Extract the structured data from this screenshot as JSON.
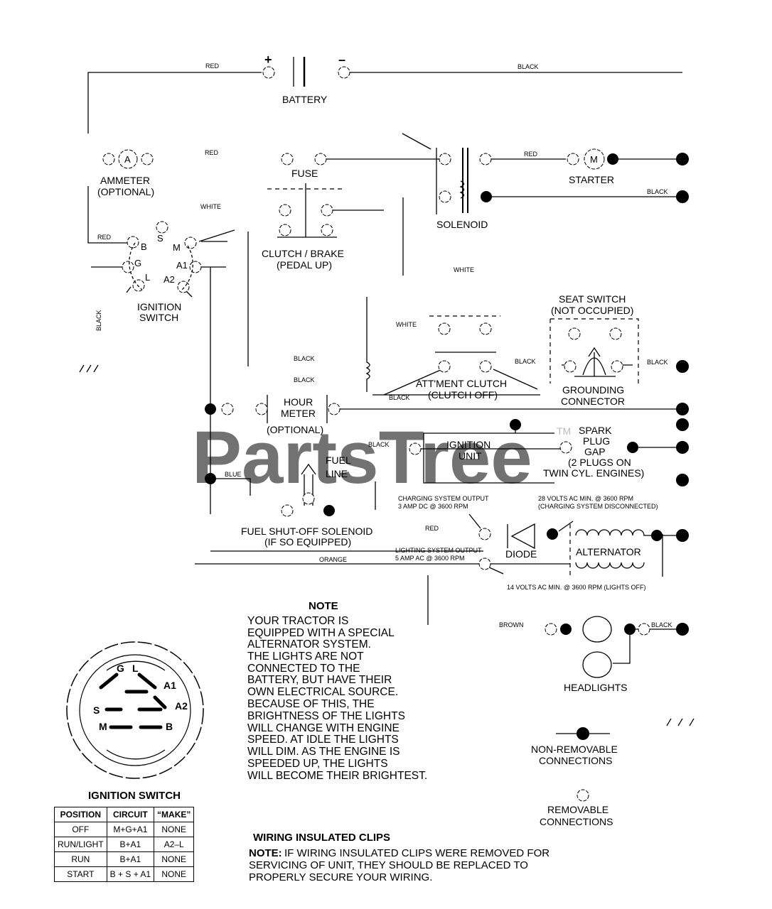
{
  "watermark": {
    "text": "PartsTree",
    "tm": "TM"
  },
  "components": {
    "battery": "BATTERY",
    "battery_plus": "+",
    "battery_minus": "–",
    "ammeter_symbol": "A",
    "ammeter": [
      "AMMETER",
      "(OPTIONAL)"
    ],
    "fuse": "FUSE",
    "starter_symbol": "M",
    "starter": "STARTER",
    "solenoid": "SOLENOID",
    "clutch_brake": [
      "CLUTCH / BRAKE",
      "(PEDAL UP)"
    ],
    "ignition_switch": [
      "IGNITION",
      "SWITCH"
    ],
    "switch_terminals": [
      "B",
      "S",
      "M",
      "G",
      "A1",
      "L",
      "A2"
    ],
    "seat_switch": [
      "SEAT SWITCH",
      "(NOT OCCUPIED)"
    ],
    "attachment_clutch": [
      "ATT'MENT CLUTCH",
      "(CLUTCH OFF)"
    ],
    "grounding_connector": [
      "GROUNDING",
      "CONNECTOR"
    ],
    "hour_meter": [
      "HOUR",
      "METER",
      "(OPTIONAL)"
    ],
    "ignition_unit": [
      "IGNITION",
      "UNIT"
    ],
    "spark_plug": [
      "SPARK",
      "PLUG",
      "GAP",
      "(2 PLUGS ON",
      "TWIN CYL. ENGINES)"
    ],
    "fuel_line": [
      "FUEL",
      "LINE"
    ],
    "fuel_shutoff": [
      "FUEL SHUT-OFF SOLENOID",
      "(IF SO EQUIPPED)"
    ],
    "diode": "DIODE",
    "alternator": "ALTERNATOR",
    "headlights": "HEADLIGHTS"
  },
  "wires": {
    "red": "RED",
    "black": "BLACK",
    "white": "WHITE",
    "blue": "BLUE",
    "orange": "ORANGE",
    "brown": "BROWN"
  },
  "specs": {
    "charging": [
      "CHARGING SYSTEM OUTPUT",
      "3 AMP DC @ 3600 RPM"
    ],
    "volts28": [
      "28 VOLTS AC MIN. @ 3600 RPM",
      "(CHARGING SYSTEM DISCONNECTED)"
    ],
    "lighting": [
      "LIGHTING SYSTEM OUTPUT",
      "5 AMP AC @ 3600 RPM"
    ],
    "volts14": "14 VOLTS AC MIN. @ 3600 RPM (LIGHTS OFF)"
  },
  "note": {
    "title": "NOTE",
    "lines": [
      "YOUR TRACTOR IS",
      "EQUIPPED WITH A SPECIAL",
      "ALTERNATOR SYSTEM.",
      "THE LIGHTS ARE NOT",
      "CONNECTED TO THE",
      "BATTERY, BUT HAVE THEIR",
      "OWN ELECTRICAL SOURCE.",
      "BECAUSE OF THIS, THE",
      "BRIGHTNESS OF THE LIGHTS",
      "WILL CHANGE WITH ENGINE",
      "SPEED.  AT IDLE THE LIGHTS",
      "WILL DIM.  AS THE ENGINE IS",
      "SPEEDED UP, THE LIGHTS",
      "WILL BECOME THEIR BRIGHTEST."
    ]
  },
  "legend": {
    "non_removable": [
      "NON-REMOVABLE",
      "CONNECTIONS"
    ],
    "removable": [
      "REMOVABLE",
      "CONNECTIONS"
    ]
  },
  "clips": {
    "title": "WIRING INSULATED CLIPS",
    "note_prefix": "NOTE:",
    "lines": [
      "IF WIRING INSULATED CLIPS WERE REMOVED FOR",
      "SERVICING OF UNIT, THEY SHOULD BE REPLACED TO",
      "PROPERLY SECURE YOUR WIRING."
    ]
  },
  "switch_face": {
    "labels": [
      "G",
      "L",
      "A1",
      "S",
      "A2",
      "M",
      "B"
    ]
  },
  "ignition_table": {
    "title": "IGNITION SWITCH",
    "headers": [
      "POSITION",
      "CIRCUIT",
      "“MAKE”"
    ],
    "rows": [
      [
        "OFF",
        "M+G+A1",
        "NONE"
      ],
      [
        "RUN/LIGHT",
        "B+A1",
        "A2–L"
      ],
      [
        "RUN",
        "B+A1",
        "NONE"
      ],
      [
        "START",
        "B + S + A1",
        "NONE"
      ]
    ]
  }
}
